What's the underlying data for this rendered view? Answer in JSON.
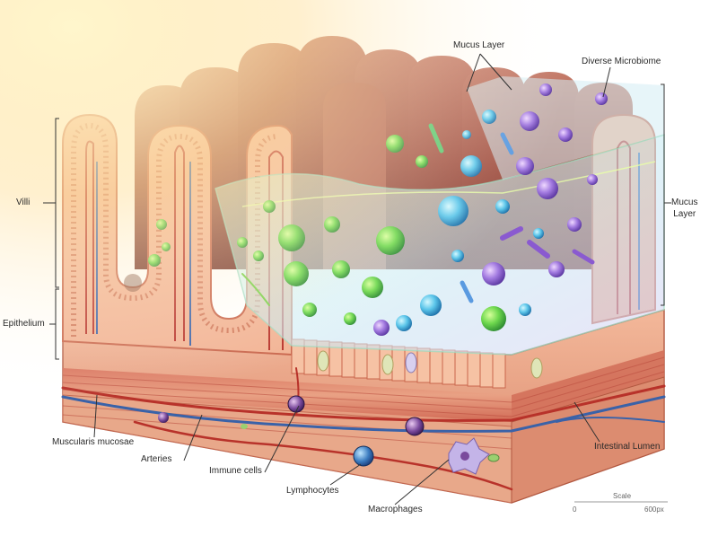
{
  "labels": {
    "villi": "Villi",
    "epithelium": "Epithelium",
    "muscularis_mucosae": "Muscularis mucosae",
    "arteries": "Arteries",
    "immune_cells": "Immune cells",
    "lymphocytes": "Lymphocytes",
    "macrophages": "Macrophages",
    "mucus_layer_top": "Mucus Layer",
    "diverse_microbiome": "Diverse Microbiome",
    "mucus_layer_right": "Mucus\nLayer",
    "intestinal_lumen": "Intestinal Lumen"
  },
  "scale": {
    "title": "Scale",
    "min": "0",
    "max": "600px"
  },
  "colors": {
    "tissue": "#e9a07f",
    "tissue_dark": "#c8684c",
    "villus_brown": "#a8584a",
    "artery": "#b8322a",
    "vein": "#3a62a8",
    "microbe_green": "#52c84a",
    "microbe_blue": "#3aa6d8",
    "microbe_purple": "#8a5ad0",
    "mucus": "#cfeee0",
    "glow": "#fff2b8"
  }
}
